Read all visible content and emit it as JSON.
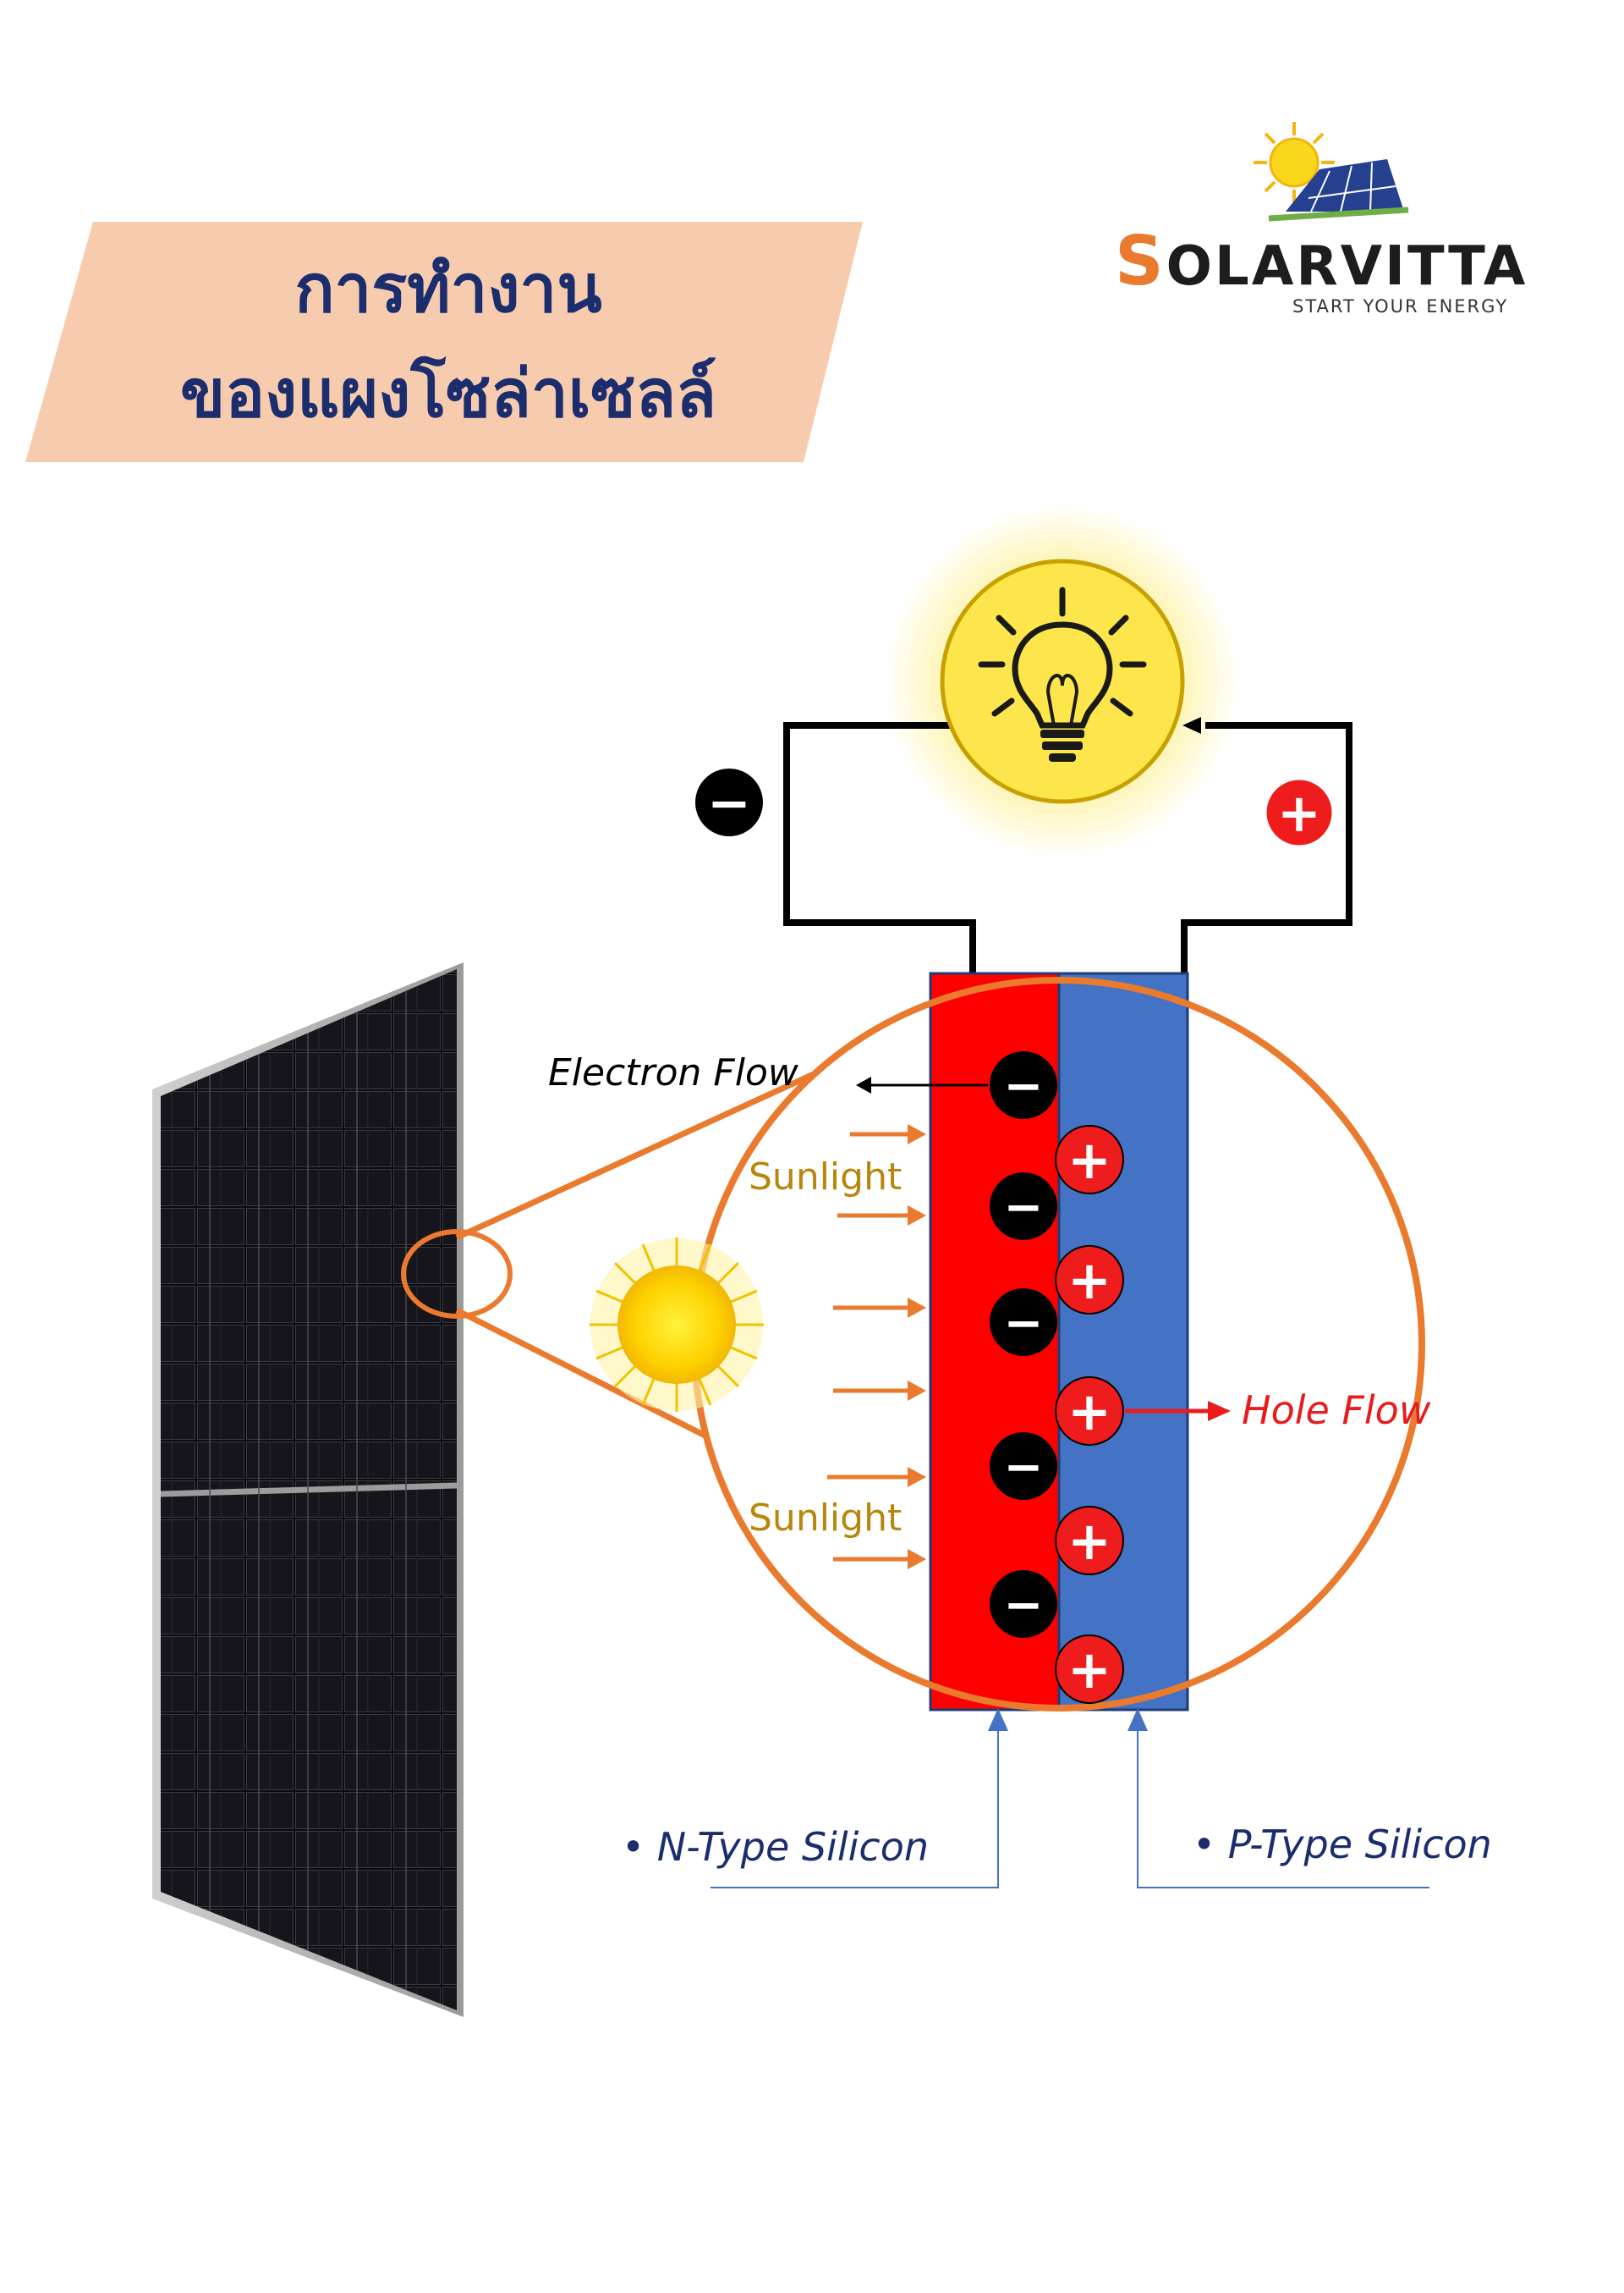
{
  "title": {
    "line1": "การทำงาน",
    "line2": "ของแผงโซล่าเซลล์"
  },
  "logo": {
    "first_letter": "S",
    "rest": "OLARVITTA",
    "tagline": "START YOUR ENERGY",
    "icon": "sun-over-solar-panel-logo"
  },
  "diagram": {
    "electron_flow": "Electron Flow",
    "hole_flow": "Hole Flow",
    "sunlight_top": "Sunlight",
    "sunlight_bottom": "Sunlight",
    "n_type": "• N-Type Silicon",
    "p_type": "• P-Type Silicon",
    "minus_symbol": "−",
    "plus_symbol": "+"
  },
  "colors": {
    "title_banner": "#f7ccae",
    "title_text": "#1c2d6e",
    "orange": "#ea7a2e",
    "n_layer": "#ff0000",
    "p_layer": "#4472c4",
    "label_navy": "#1c2d6e",
    "sunlight_text": "#b8860b",
    "hole_red": "#e81c1c",
    "bulb_yellow": "#fde64b"
  }
}
